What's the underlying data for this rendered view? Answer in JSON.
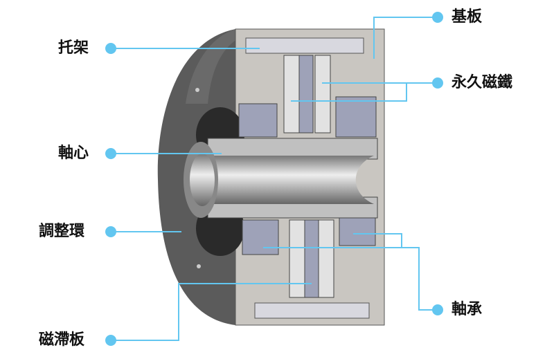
{
  "labels": {
    "bracket": "托架",
    "shaft": "軸心",
    "adjust_ring": "調整環",
    "hysteresis_plate": "磁滯板",
    "base_plate": "基板",
    "permanent_magnet": "永久磁鐵",
    "bearing": "軸承"
  },
  "colors": {
    "leader": "#62c6f0",
    "text": "#111111",
    "disc": "#5b5b5b",
    "housing": "#c9c6c1",
    "magnet": "#9ea2b8"
  }
}
